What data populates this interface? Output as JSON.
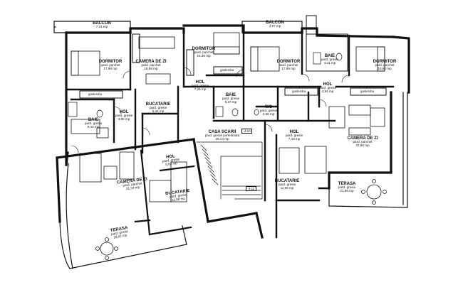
{
  "rooms": [
    {
      "id": "balcon-left",
      "name": "BALCON",
      "finish": "",
      "area": "7,31 mp"
    },
    {
      "id": "balcon-right",
      "name": "BALCON",
      "finish": "",
      "area": "4,97 mp"
    },
    {
      "id": "dormitor-1",
      "name": "DORMITOR",
      "finish": "pard. parchet",
      "area": "17,96 mp"
    },
    {
      "id": "camera-zi-1",
      "name": "CAMERA DE ZI",
      "finish": "pard. parchet",
      "area": "18,68 mp"
    },
    {
      "id": "dormitor-2",
      "name": "DORMITOR",
      "finish": "pard. parchet",
      "area": "15,38 mp"
    },
    {
      "id": "dormitor-3",
      "name": "DORMITOR",
      "finish": "pard. parchet",
      "area": "17,95 mp"
    },
    {
      "id": "baie-top",
      "name": "BAIE",
      "finish": "pard. gresie",
      "area": "4,41 mp"
    },
    {
      "id": "dormitor-4",
      "name": "DORMITOR",
      "finish": "pard. parchet",
      "area": "15,82 mp"
    },
    {
      "id": "hol-2",
      "name": "HOL",
      "finish": "pard. gresie",
      "area": "7,26 mp"
    },
    {
      "id": "baie-mid",
      "name": "BAIE",
      "finish": "pard. gresie",
      "area": "5,37 mp"
    },
    {
      "id": "hol-right-top",
      "name": "HOL",
      "finish": "pard. gresie",
      "area": "4,94 mp"
    },
    {
      "id": "bucatarie-1",
      "name": "BUCATARIE",
      "finish": "pard. gresie",
      "area": "5,34 mp"
    },
    {
      "id": "hol-1",
      "name": "HOL",
      "finish": "pard. gresie",
      "area": "3,85 mp"
    },
    {
      "id": "baie-left",
      "name": "BAIE",
      "finish": "pard. gresie",
      "area": "9,44 mp"
    },
    {
      "id": "wc",
      "name": "WC",
      "finish": "pard. gresie",
      "area": "2,96 mp"
    },
    {
      "id": "casa-scarii",
      "name": "CASA SCARII",
      "finish": "pard. gresie portelanata",
      "area": "29,14 mp"
    },
    {
      "id": "hol-right",
      "name": "HOL",
      "finish": "pard. gresie",
      "area": "7,43 mp"
    },
    {
      "id": "camera-zi-right",
      "name": "CAMERA DE ZI",
      "finish": "pard. parchet",
      "area": "31,66 mp"
    },
    {
      "id": "hol-angled",
      "name": "HOL",
      "finish": "pard. gresie",
      "area": "8,62 mp"
    },
    {
      "id": "camera-zi-big",
      "name": "CAMERA DE ZI",
      "finish": "pard. parchet",
      "area": "31,54 mp"
    },
    {
      "id": "bucatarie-angled",
      "name": "BUCATARIE",
      "finish": "pard. gresie",
      "area": "11,98 mp"
    },
    {
      "id": "bucatarie-right",
      "name": "BUCATARIE",
      "finish": "pard. gresie",
      "area": "11,66 mp"
    },
    {
      "id": "terasa-right",
      "name": "TERASA",
      "finish": "pard. gresie",
      "area": "21,95 mp"
    },
    {
      "id": "terasa-left",
      "name": "TERASA",
      "finish": "pard. gresie",
      "area": "18,61 mp"
    }
  ],
  "wardrobes": [
    "garderoba",
    "garderoba",
    "garderoba",
    "garderoba"
  ],
  "levels": [
    "-4.10",
    "-2.11"
  ]
}
